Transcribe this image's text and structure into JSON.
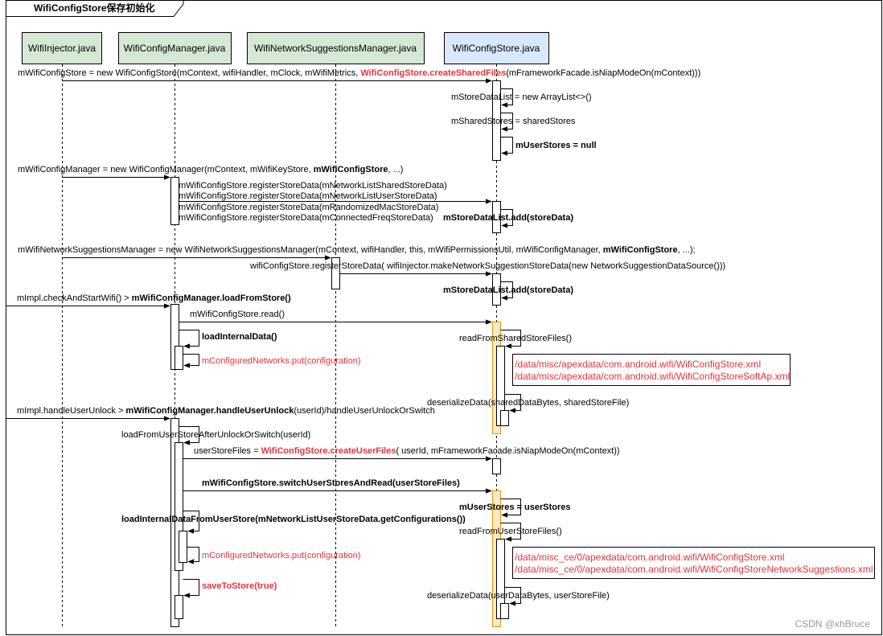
{
  "frame_title": "WifiConfigStore保存初始化",
  "colors": {
    "lane_green": "#d5e8d4",
    "lane_blue": "#dae8fc",
    "highlight_orange": "#ffe6cc",
    "highlight_stroke": "#d79b00",
    "red_text": "#e8323b"
  },
  "lanes": [
    {
      "name": "WifiInjector.java"
    },
    {
      "name": "WifiConfigManager.java"
    },
    {
      "name": "WifiNetworkSuggestionsManager.java"
    },
    {
      "name": "WifiConfigStore.java"
    }
  ],
  "messages": [
    {
      "id": "m1",
      "parts": [
        {
          "t": "mWifiConfigStore = new WifiConfigStore(mContext, wifiHandler, mClock, mWifiMetrics, "
        },
        {
          "t": "WifiConfigStore.createSharedFiles",
          "style": "red-bold"
        },
        {
          "t": "(mFrameworkFacade.isNiapModeOn(mContext)))"
        }
      ]
    },
    {
      "id": "m2",
      "parts": [
        {
          "t": "mStoreDataList = new ArrayList<>()"
        }
      ]
    },
    {
      "id": "m3",
      "parts": [
        {
          "t": "mSharedStores = sharedStores"
        }
      ]
    },
    {
      "id": "m4",
      "parts": [
        {
          "t": "mUserStores = null",
          "style": "bold"
        }
      ]
    },
    {
      "id": "m5",
      "parts": [
        {
          "t": "mWifiConfigManager = new WifiConfigManager(mContext, mWifiKeyStore, "
        },
        {
          "t": "mWifiConfigStore",
          "style": "bold"
        },
        {
          "t": ", ...)"
        }
      ]
    },
    {
      "id": "m6a",
      "parts": [
        {
          "t": "mWifiConfigStore.registerStoreData(mNetworkListSharedStoreData)"
        }
      ]
    },
    {
      "id": "m6b",
      "parts": [
        {
          "t": "mWifiConfigStore.registerStoreData(mNetworkListUserStoreData)"
        }
      ]
    },
    {
      "id": "m6c",
      "parts": [
        {
          "t": "mWifiConfigStore.registerStoreData(mRandomizedMacStoreData)"
        }
      ]
    },
    {
      "id": "m6d",
      "parts": [
        {
          "t": "mWifiConfigStore.registerStoreData(mConnectedFreqStoreData)"
        }
      ]
    },
    {
      "id": "m7",
      "parts": [
        {
          "t": "mStoreDataList.add(storeData)",
          "style": "bold"
        }
      ]
    },
    {
      "id": "m8",
      "parts": [
        {
          "t": "mWifiNetworkSuggestionsManager = new WifiNetworkSuggestionsManager(mContext, wifiHandler, this, mWifiPermissionsUtil, mWifiConfigManager, "
        },
        {
          "t": "mWifiConfigStore",
          "style": "bold"
        },
        {
          "t": ", ...);"
        }
      ]
    },
    {
      "id": "m9",
      "parts": [
        {
          "t": "wifiConfigStore.registerStoreData( wifiInjector.makeNetworkSuggestionStoreData(new NetworkSuggestionDataSource()))"
        }
      ]
    },
    {
      "id": "m10",
      "parts": [
        {
          "t": "mStoreDataList.add(storeData)",
          "style": "bold"
        }
      ]
    },
    {
      "id": "m11",
      "parts": [
        {
          "t": "mImpl.checkAndStartWifi() > "
        },
        {
          "t": "mWifiConfigManager.loadFromStore()",
          "style": "bold"
        }
      ]
    },
    {
      "id": "m12",
      "parts": [
        {
          "t": "mWifiConfigStore.read()"
        }
      ]
    },
    {
      "id": "m13",
      "parts": [
        {
          "t": "loadInternalData()",
          "style": "bold"
        }
      ]
    },
    {
      "id": "m14",
      "parts": [
        {
          "t": "readFromSharedStoreFiles()"
        }
      ]
    },
    {
      "id": "m15",
      "parts": [
        {
          "t": "mConfiguredNetworks.put(configuration)",
          "style": "red"
        }
      ]
    },
    {
      "id": "m16",
      "parts": [
        {
          "t": "deserializeData(sharedDataBytes, sharedStoreFile)"
        }
      ]
    },
    {
      "id": "m17",
      "parts": [
        {
          "t": "mImpl.handleUserUnlock > "
        },
        {
          "t": "mWifiConfigManager.handleUserUnlock",
          "style": "bold"
        },
        {
          "t": "(userId)/handleUserUnlockOrSwitch"
        }
      ]
    },
    {
      "id": "m18",
      "parts": [
        {
          "t": "loadFromUserStoreAfterUnlockOrSwitch(userId)"
        }
      ]
    },
    {
      "id": "m19",
      "parts": [
        {
          "t": "userStoreFiles = "
        },
        {
          "t": "WifiConfigStore.createUserFiles",
          "style": "red-bold"
        },
        {
          "t": "( userId, mFrameworkFacade.isNiapModeOn(mContext))"
        }
      ]
    },
    {
      "id": "m20",
      "parts": [
        {
          "t": "mWifiConfigStore.switchUserStoresAndRead(userStoreFiles)",
          "style": "bold"
        }
      ]
    },
    {
      "id": "m21",
      "parts": [
        {
          "t": "mUserStores = userStores",
          "style": "bold"
        }
      ]
    },
    {
      "id": "m22",
      "parts": [
        {
          "t": "loadInternalDataFromUserStore(mNetworkListUserStoreData.getConfigurations())",
          "style": "bold"
        }
      ]
    },
    {
      "id": "m23",
      "parts": [
        {
          "t": "readFromUserStoreFiles()"
        }
      ]
    },
    {
      "id": "m24",
      "parts": [
        {
          "t": "mConfiguredNetworks.put(configuration)",
          "style": "red"
        }
      ]
    },
    {
      "id": "m25",
      "parts": [
        {
          "t": "saveToStore(true)",
          "style": "red-bold"
        }
      ]
    },
    {
      "id": "m26",
      "parts": [
        {
          "t": "deserializeData(userDataBytes, userStoreFile)"
        }
      ]
    }
  ],
  "notes": [
    {
      "id": "n1",
      "lines": [
        "/data/misc/apexdata/com.android.wifi/WifiConfigStore.xml",
        "/data/misc/apexdata/com.android.wifi/WifiConfigStoreSoftAp.xml"
      ]
    },
    {
      "id": "n2",
      "lines": [
        "/data/misc_ce/0/apexdata/com.android.wifi/WifiConfigStore.xml",
        "/data/misc_ce/0/apexdata/com.android.wifi/WifiConfigStoreNetworkSuggestions.xml"
      ]
    }
  ],
  "watermark": "CSDN @xhBruce"
}
